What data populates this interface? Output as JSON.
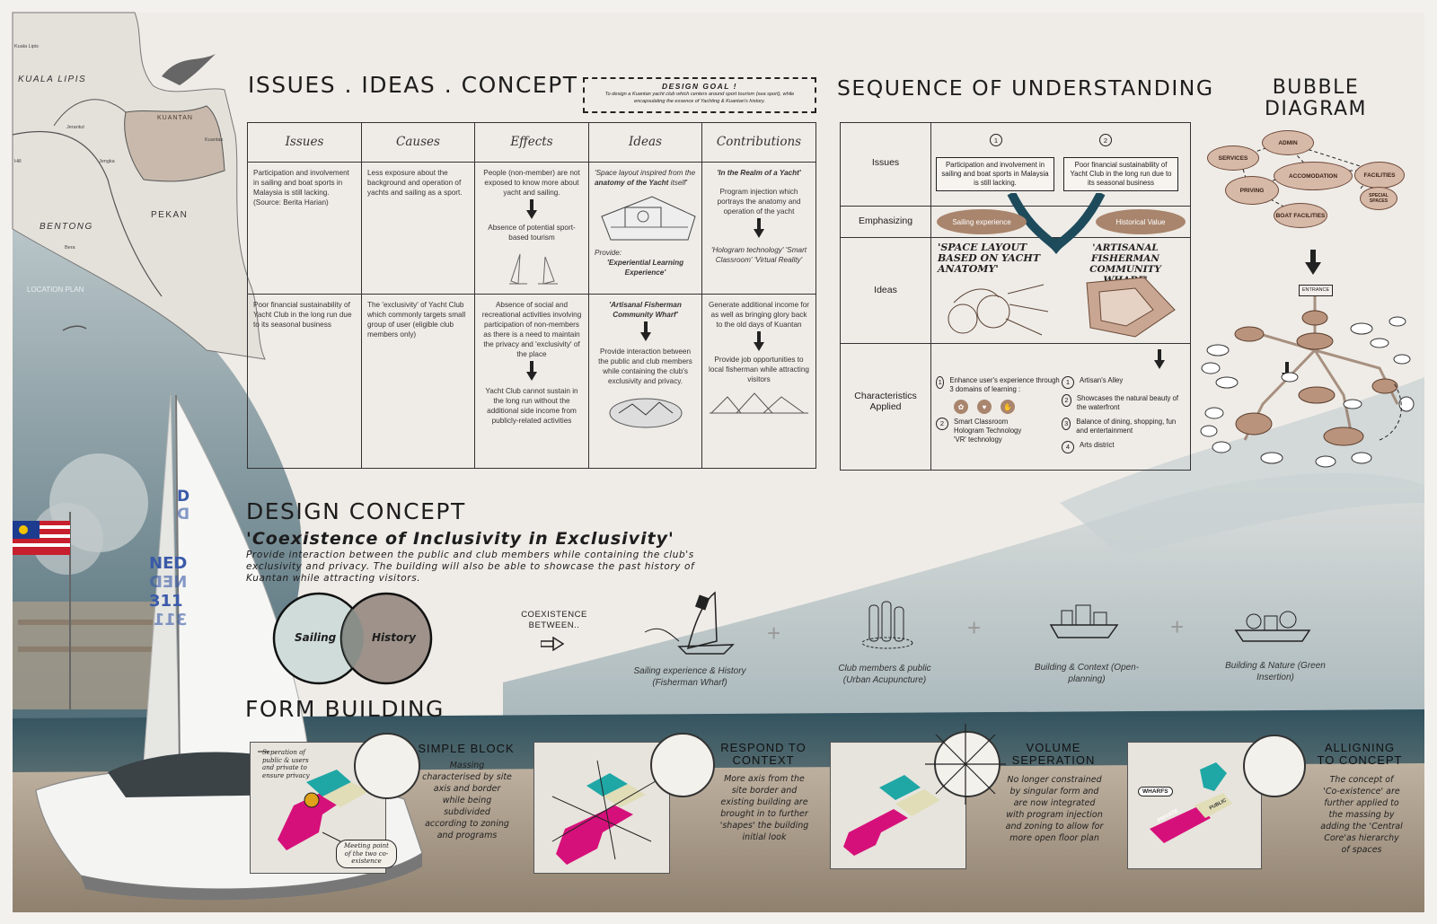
{
  "map": {
    "labels": [
      "KUALA LIPIS",
      "KUANTAN",
      "BENTONG",
      "PEKAN",
      "LOCATION PLAN",
      "Kuala Lipis"
    ],
    "small_labels": [
      "Jerantut",
      "Jengka",
      "Kuantan",
      "Bera",
      "Hill"
    ]
  },
  "issues": {
    "title": "ISSUES . IDEAS . CONCEPT",
    "design_goal_label": "DESIGN GOAL !",
    "design_goal_text": "To design a Kuantan yacht club which centers around sport tourism (sea sport), while encapsulating the essence of Yachting & Kuantan's history.",
    "columns": [
      "Issues",
      "Causes",
      "Effects",
      "Ideas",
      "Contributions"
    ],
    "row1": {
      "issues": "Participation and involvement in sailing and boat sports in Malaysia is still lacking. (Source: Berita Harian)",
      "causes": "Less exposure about the background and operation of yachts and sailing as a sport.",
      "effects_a": "People (non-member) are not exposed to know more about yacht and sailing.",
      "effects_b": "Absence of potential sport-based tourism",
      "ideas_a": "'Space layout inspired from the",
      "ideas_bold": "anatomy of the Yacht",
      "ideas_c": "itself'",
      "ideas_provide": "Provide:",
      "ideas_provide_b": "'Experiential Learning Experience'",
      "contrib_title": "'In the Realm of a Yacht'",
      "contrib_a": "Program injection which portrays the anatomy and operation of the yacht",
      "contrib_b": "'Hologram technology' 'Smart Classroom' 'Virtual Reality'"
    },
    "row2": {
      "issues": "Poor financial sustainability of Yacht Club in the long run due to its seasonal business",
      "causes": "The 'exclusivity' of Yacht Club which commonly targets small group of user (eligible club members only)",
      "effects_a": "Absence of social and recreational activities involving participation of non-members as there is a need to maintain the privacy and 'exclusivity' of the place",
      "effects_b": "Yacht Club cannot sustain in the long run without the additional side income from publicly-related activities",
      "ideas_title": "'Artisanal Fisherman Community Wharf'",
      "ideas_a": "Provide interaction between the public and club members while containing the club's exclusivity and privacy.",
      "contrib_a": "Generate additional income for as well as bringing glory back to the old days of Kuantan",
      "contrib_b": "Provide job opportunities to local fisherman while attracting visitors"
    }
  },
  "sequence": {
    "title": "SEQUENCE OF UNDERSTANDING",
    "rows": [
      "Issues",
      "Emphasizing",
      "Ideas",
      "Characteristics Applied"
    ],
    "num1": "1",
    "num2": "2",
    "issue1": "Participation and involvement in sailing and boat sports in Malaysia is still lacking.",
    "issue2": "Poor financial sustainability of Yacht Club in the long run due to its seasonal business",
    "emph1": "Sailing experience",
    "emph2": "Historical Value",
    "idea1": "'SPACE LAYOUT BASED ON YACHT ANATOMY'",
    "idea2": "'ARTISANAL FISHERMAN COMMUNITY WHARF'",
    "char1": [
      "Enhance user's experience through 3 domains of learning :",
      "Smart Classroom",
      "Hologram Technology",
      "'VR' technology"
    ],
    "char2": [
      "Artisan's Alley",
      "Showcases the natural beauty of the waterfront",
      "Balance of dining, shopping, fun and entertainment",
      "Arts district"
    ]
  },
  "bubble": {
    "title_line1": "BUBBLE",
    "title_line2": "DIAGRAM",
    "nodes": [
      "ADMIN",
      "SERVICES",
      "ACCOMODATION",
      "FACILITIES",
      "PRIVING",
      "SPECIAL SPACES",
      "BOAT FACILITIES"
    ],
    "entrance": "ENTRANCE"
  },
  "concept": {
    "title": "DESIGN CONCEPT",
    "subtitle": "'Coexistence of Inclusivity in Exclusivity'",
    "text": "Provide interaction between the public and club members while containing the club's exclusivity and privacy. The building will also be able to showcase the past history of Kuantan while attracting visitors.",
    "venn_a": "Sailing",
    "venn_b": "History",
    "coexistence": "COEXISTENCE BETWEEN..",
    "items": [
      "Sailing experience & History (Fisherman Wharf)",
      "Club members & public (Urban Acupuncture)",
      "Building & Context (Open-planning)",
      "Building & Nature (Green Insertion)"
    ],
    "plus": "+"
  },
  "form": {
    "title": "FORM BUILDING",
    "steps": [
      {
        "title": "SIMPLE BLOCK",
        "text": "Massing characterised by site axis and border while being subdivided according to zoning and programs"
      },
      {
        "title": "RESPOND TO CONTEXT",
        "text": "More axis from the site border and existing building are brought in to further 'shapes' the building initial look"
      },
      {
        "title": "VOLUME SEPERATION",
        "text": "No longer constrained by singular form and are now integrated with program injection and zoning to allow for more open floor plan"
      },
      {
        "title": "ALLIGNING TO CONCEPT",
        "text": "The concept of 'Co-existence' are further applied to the massing by adding the 'Central Core'as hierarchy of spaces"
      }
    ],
    "note1": "Seperation of public & users and private to ensure privacy",
    "note2": "Meeting point of the two co-existence",
    "labels": [
      "WHARFS",
      "PRIVATE",
      "PUBLIC"
    ]
  },
  "sail": {
    "text1": "D",
    "text2": "D",
    "text3": "NED",
    "text4": "NED",
    "text5": "311",
    "text6": "311"
  },
  "colors": {
    "teal": "#1fa7a6",
    "magenta": "#d6107a",
    "brown": "#a9856d",
    "sea": "#3e5f6d"
  }
}
